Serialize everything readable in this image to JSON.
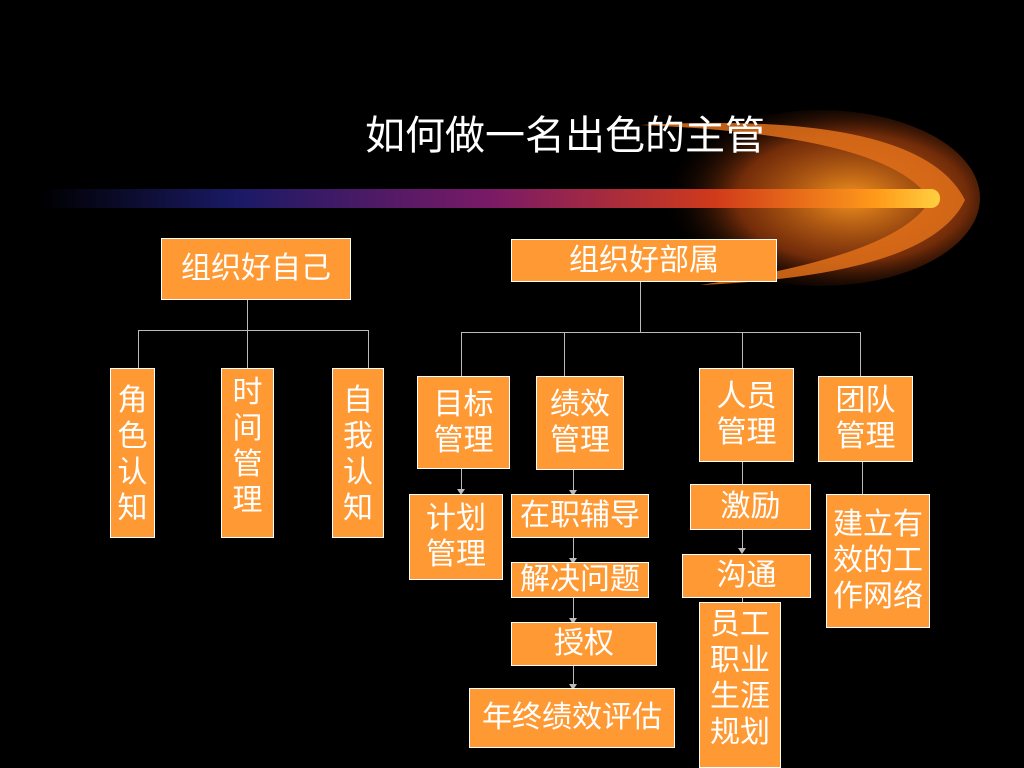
{
  "title": "如何做一名出色的主管",
  "branches": {
    "self": {
      "label": "组织好自己",
      "children": [
        "角色认知",
        "时间管理",
        "自我认知"
      ]
    },
    "subordinates": {
      "label": "组织好部属",
      "children": {
        "goal": {
          "label": "目标\n管理",
          "steps": [
            "计划\n管理"
          ]
        },
        "performance": {
          "label": "绩效\n管理",
          "steps": [
            "在职辅导",
            "解决问题",
            "授权",
            "年终绩效评估"
          ]
        },
        "personnel": {
          "label": "人员\n管理",
          "steps": [
            "激励",
            "沟通",
            "员工\n职业\n生涯\n规划"
          ]
        },
        "team": {
          "label": "团队\n管理",
          "steps": [
            "建立有\n效的工\n作网络"
          ]
        }
      }
    }
  },
  "colors": {
    "background": "#000000",
    "box_fill": "#ff9933",
    "box_border": "#ffffff",
    "text": "#ffffff",
    "connector": "#bbbbbb"
  }
}
